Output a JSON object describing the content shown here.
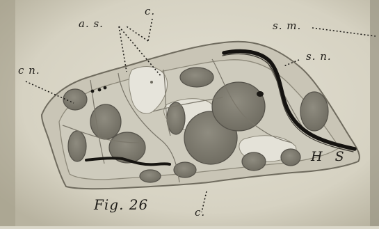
{
  "figure": {
    "caption": "Fig. 26",
    "labels": {
      "as": "a. s.",
      "c_top": "c.",
      "cn": "c n.",
      "sm": "s. m.",
      "sn": "s. n.",
      "hs": "H S",
      "c_bottom": "c."
    }
  }
}
